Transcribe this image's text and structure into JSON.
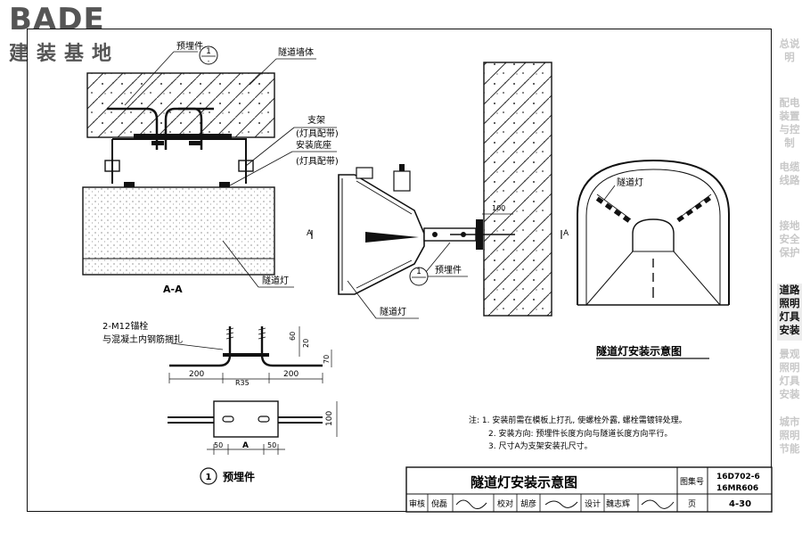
{
  "logo": {
    "word": "BADE",
    "cn": "建装基地"
  },
  "side_tabs": [
    {
      "label": "总说明",
      "active": false
    },
    {
      "label": "配电装置与控制",
      "active": false
    },
    {
      "label": "电缆线路",
      "active": false
    },
    {
      "label": "接地安全保护",
      "active": false
    },
    {
      "label": "道路照明灯具安装",
      "active": true
    },
    {
      "label": "景观照明灯具安装",
      "active": false
    },
    {
      "label": "城市照明节能",
      "active": false
    }
  ],
  "labels": {
    "embedded_part": "预埋件",
    "tunnel_wall": "隧道墙体",
    "bracket": "支架",
    "lamp_fitting_1": "(灯具配带)",
    "mount_base": "安装底座",
    "lamp_fitting_2": "(灯具配带)",
    "tunnel_lamp": "隧道灯",
    "section_aa": "A-A",
    "mark_a": "A",
    "callout_num": "1",
    "dim_100": "100",
    "bolt_note_1": "2-M12锚栓",
    "bolt_note_2": "与混凝土内钢筋捆扎",
    "dim_200": "200",
    "dim_r35": "R35",
    "dim_60": "60",
    "dim_20": "20",
    "dim_70": "70",
    "dim_50": "50",
    "dim_a": "A",
    "detail_title": "预埋件",
    "diagram_title": "隧道灯安装示意图"
  },
  "notes": [
    "注: 1. 安装前需在模板上打孔, 使螺栓外露, 螺栓需镀锌处理。",
    "2. 安装方向: 预埋件长度方向与隧道长度方向平行。",
    "3. 尺寸A为支架安装孔尺寸。"
  ],
  "title_block": {
    "title": "隧道灯安装示意图",
    "atlas_label": "图集号",
    "atlas_no_1": "16D702-6",
    "atlas_no_2": "16MR606",
    "review": "审核",
    "reviewer": "倪磊",
    "check": "校对",
    "checker": "胡彦",
    "design": "设计",
    "designer": "魏志辉",
    "page_label": "页",
    "page": "4-30"
  }
}
